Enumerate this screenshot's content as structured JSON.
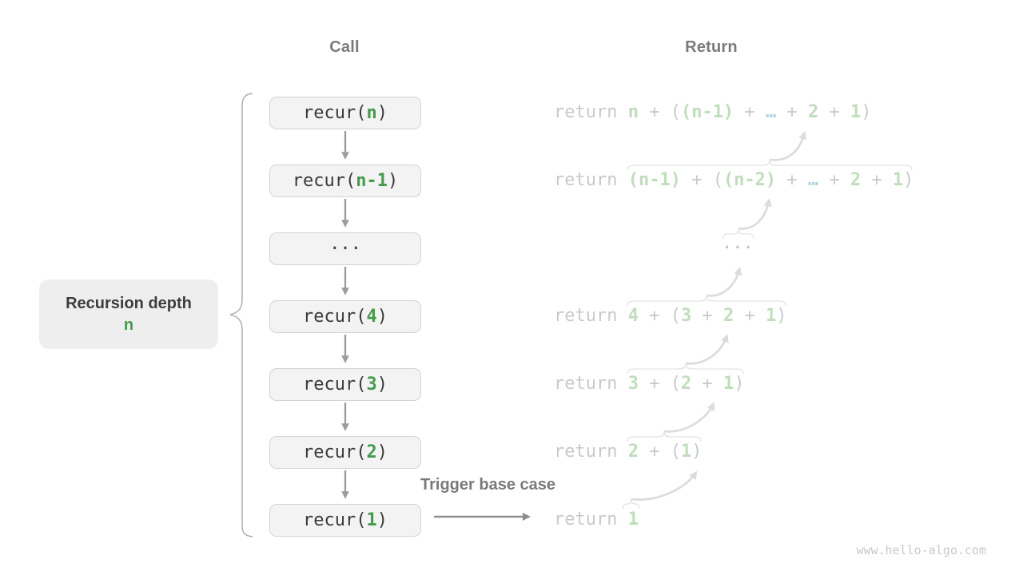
{
  "headers": {
    "call": "Call",
    "return": "Return"
  },
  "labels": {
    "recursion_depth_text": "Recursion depth",
    "recursion_depth_value": "n",
    "trigger": "Trigger base case"
  },
  "colors": {
    "accent_green": "#459a4d",
    "light_green": "#c0ddbc",
    "light_teal": "#b2d6e0",
    "box_bg": "#f3f3f3",
    "box_border": "#d4d4d4",
    "muted_gray": "#c4c8ca",
    "arrow_gray": "#9c9c9c",
    "light_arrow": "#dcdcdc"
  },
  "call_stack": {
    "rows": [
      {
        "tokens": [
          {
            "t": "recur(",
            "c": "dark"
          },
          {
            "t": "n",
            "c": "green"
          },
          {
            "t": ")",
            "c": "dark"
          }
        ]
      },
      {
        "tokens": [
          {
            "t": "recur(",
            "c": "dark"
          },
          {
            "t": "n-1",
            "c": "green"
          },
          {
            "t": ")",
            "c": "dark"
          }
        ]
      },
      {
        "tokens": [
          {
            "t": "···",
            "c": "dark"
          }
        ]
      },
      {
        "tokens": [
          {
            "t": "recur(",
            "c": "dark"
          },
          {
            "t": "4",
            "c": "green"
          },
          {
            "t": ")",
            "c": "dark"
          }
        ]
      },
      {
        "tokens": [
          {
            "t": "recur(",
            "c": "dark"
          },
          {
            "t": "3",
            "c": "green"
          },
          {
            "t": ")",
            "c": "dark"
          }
        ]
      },
      {
        "tokens": [
          {
            "t": "recur(",
            "c": "dark"
          },
          {
            "t": "2",
            "c": "green"
          },
          {
            "t": ")",
            "c": "dark"
          }
        ]
      },
      {
        "tokens": [
          {
            "t": "recur(",
            "c": "dark"
          },
          {
            "t": "1",
            "c": "green"
          },
          {
            "t": ")",
            "c": "dark"
          }
        ]
      }
    ]
  },
  "return_column": {
    "rows": [
      {
        "tokens": [
          {
            "t": "return ",
            "c": "gray"
          },
          {
            "t": "n",
            "c": "lgreen"
          },
          {
            "t": " + (",
            "c": "gray"
          },
          {
            "t": "(n-1)",
            "c": "lgreen"
          },
          {
            "t": " + ",
            "c": "gray"
          },
          {
            "t": "…",
            "c": "teal"
          },
          {
            "t": " + ",
            "c": "gray"
          },
          {
            "t": "2",
            "c": "lgreen"
          },
          {
            "t": " + ",
            "c": "gray"
          },
          {
            "t": "1",
            "c": "lgreen"
          },
          {
            "t": ")",
            "c": "gray"
          }
        ]
      },
      {
        "tokens": [
          {
            "t": "return ",
            "c": "gray"
          },
          {
            "t": "(n-1)",
            "c": "lgreen"
          },
          {
            "t": " + (",
            "c": "gray"
          },
          {
            "t": "(n-2)",
            "c": "lgreen"
          },
          {
            "t": " + ",
            "c": "gray"
          },
          {
            "t": "…",
            "c": "teal"
          },
          {
            "t": " + ",
            "c": "gray"
          },
          {
            "t": "2",
            "c": "lgreen"
          },
          {
            "t": " + ",
            "c": "gray"
          },
          {
            "t": "1",
            "c": "lgreen"
          },
          {
            "t": ")",
            "c": "gray"
          }
        ]
      },
      {
        "tokens": [
          {
            "t": "···",
            "c": "dots"
          }
        ]
      },
      {
        "tokens": [
          {
            "t": "return ",
            "c": "gray"
          },
          {
            "t": "4",
            "c": "lgreen"
          },
          {
            "t": " + (",
            "c": "gray"
          },
          {
            "t": "3",
            "c": "lgreen"
          },
          {
            "t": " + ",
            "c": "gray"
          },
          {
            "t": "2",
            "c": "lgreen"
          },
          {
            "t": " + ",
            "c": "gray"
          },
          {
            "t": "1",
            "c": "lgreen"
          },
          {
            "t": ")",
            "c": "gray"
          }
        ]
      },
      {
        "tokens": [
          {
            "t": "return ",
            "c": "gray"
          },
          {
            "t": "3",
            "c": "lgreen"
          },
          {
            "t": " + (",
            "c": "gray"
          },
          {
            "t": "2",
            "c": "lgreen"
          },
          {
            "t": " + ",
            "c": "gray"
          },
          {
            "t": "1",
            "c": "lgreen"
          },
          {
            "t": ")",
            "c": "gray"
          }
        ]
      },
      {
        "tokens": [
          {
            "t": "return ",
            "c": "gray"
          },
          {
            "t": "2",
            "c": "lgreen"
          },
          {
            "t": " + (",
            "c": "gray"
          },
          {
            "t": "1",
            "c": "lgreen"
          },
          {
            "t": ")",
            "c": "gray"
          }
        ]
      },
      {
        "tokens": [
          {
            "t": "return ",
            "c": "gray"
          },
          {
            "t": "1",
            "c": "lgreen"
          }
        ]
      }
    ]
  },
  "page": {
    "watermark": "www.hello-algo.com"
  }
}
